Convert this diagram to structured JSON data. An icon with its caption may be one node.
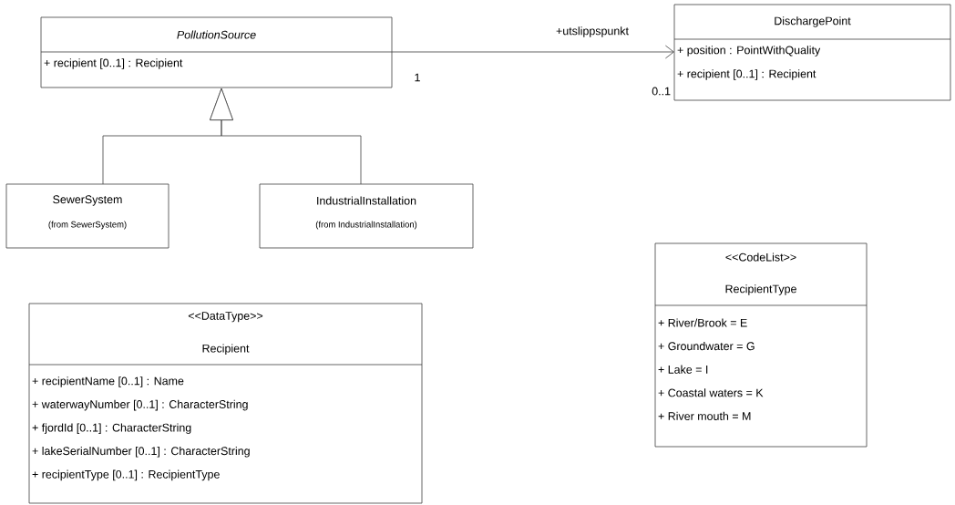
{
  "diagram": {
    "nodes": [
      {
        "text": [
          "PollutionSource",
          "+ recipient [0..1] : Recipient"
        ]
      },
      {
        "text": [
          "DischargePoint",
          "+ position : PointWithQuality",
          "+ recipient [0..1] : Recipient"
        ]
      },
      {
        "text": [
          "SewerSystem",
          "(from SewerSystem)"
        ]
      },
      {
        "text": [
          "IndustrialInstallation",
          "(from IndustrialInstallation)"
        ]
      },
      {
        "text": [
          "<<DataType>>",
          "Recipient",
          "+ recipientName [0..1] : Name",
          "+ waterwayNumber [0..1] : CharacterString",
          "+ fjordId [0..1] : CharacterString",
          "+ lakeSerialNumber [0..1] : CharacterString",
          "+ recipientType [0..1] : RecipientType"
        ]
      },
      {
        "text": [
          "<<CodeList>>",
          "RecipientType",
          "+ River/Brook = E",
          "+ Groundwater = G",
          "+ Lake = I",
          "+ Coastal waters = K",
          "+ River mouth = M"
        ]
      }
    ],
    "edges": [
      {
        "from": 0,
        "to": 1,
        "arrow": "to",
        "label": "+utslippspunkt"
      },
      {
        "from": 2,
        "to": 0,
        "arrow": "to"
      },
      {
        "from": 3,
        "to": 0,
        "arrow": "to"
      }
    ],
    "labels": [
      "1",
      "0..1"
    ]
  }
}
